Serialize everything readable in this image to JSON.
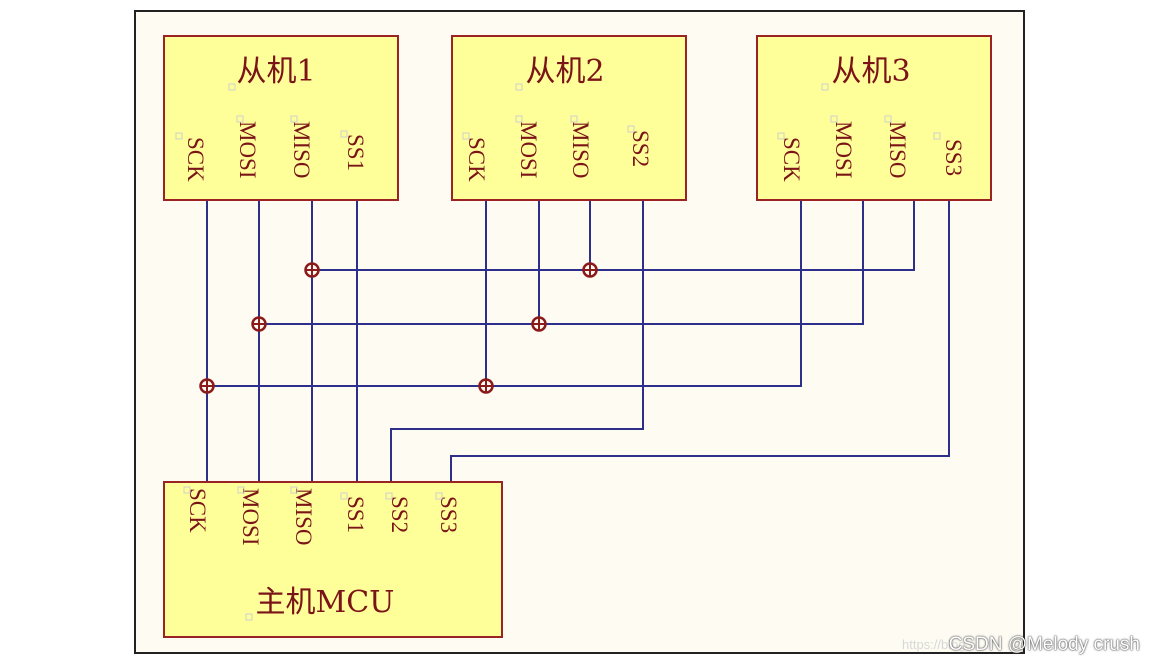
{
  "slaves": [
    {
      "title": "从机1",
      "pins": [
        "SCK",
        "MOSI",
        "MISO",
        "SS1"
      ]
    },
    {
      "title": "从机2",
      "pins": [
        "SCK",
        "MOSI",
        "MISO",
        "SS2"
      ]
    },
    {
      "title": "从机3",
      "pins": [
        "SCK",
        "MOSI",
        "MISO",
        "SS3"
      ]
    }
  ],
  "master": {
    "title": "主机MCU",
    "pins": [
      "SCK",
      "MOSI",
      "MISO",
      "SS1",
      "SS2",
      "SS3"
    ]
  },
  "watermark": "CSDN @Melody crush",
  "watermark_faint": "https://blog",
  "colors": {
    "box_fill": "#ffff99",
    "box_border": "#9b2324",
    "wire": "#2e2f8a",
    "text": "#7a1418",
    "junction": "#8b1a1a"
  }
}
